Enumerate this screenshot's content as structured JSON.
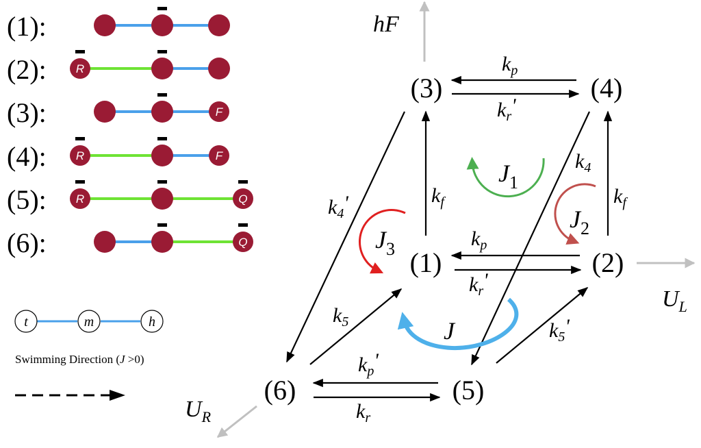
{
  "colors": {
    "bead": "#9a1b34",
    "bond_blue": "#4aa0ea",
    "bond_green": "#6ee334",
    "arrow": "#000000",
    "output_arrow": "#c0c0c0",
    "J": "#4eb0ea",
    "J1": "#4caf50",
    "J2": "#c0504d",
    "J3": "#e02020"
  },
  "legend": {
    "states": [
      {
        "label": "(1):",
        "beads": [
          {
            "letter": "",
            "bar": false
          },
          {
            "letter": "",
            "bar": true
          },
          {
            "letter": "",
            "bar": false
          }
        ],
        "bonds": [
          "blue",
          "blue"
        ],
        "has_left": false
      },
      {
        "label": "(2):",
        "beads": [
          {
            "letter": "R",
            "bar": true
          },
          {
            "letter": "",
            "bar": true
          },
          {
            "letter": "",
            "bar": false
          }
        ],
        "bonds": [
          "green",
          "blue"
        ],
        "has_left": true
      },
      {
        "label": "(3):",
        "beads": [
          {
            "letter": "",
            "bar": false
          },
          {
            "letter": "",
            "bar": true
          },
          {
            "letter": "F",
            "bar": false
          }
        ],
        "bonds": [
          "blue",
          "blue"
        ],
        "has_left": false
      },
      {
        "label": "(4):",
        "beads": [
          {
            "letter": "R",
            "bar": true
          },
          {
            "letter": "",
            "bar": true
          },
          {
            "letter": "F",
            "bar": false
          }
        ],
        "bonds": [
          "green",
          "blue"
        ],
        "has_left": true
      },
      {
        "label": "(5):",
        "beads": [
          {
            "letter": "R",
            "bar": true
          },
          {
            "letter": "",
            "bar": true
          },
          {
            "letter": "Q",
            "bar": true
          }
        ],
        "bonds": [
          "green",
          "green"
        ],
        "has_left": true,
        "extended": true
      },
      {
        "label": "(6):",
        "beads": [
          {
            "letter": "",
            "bar": false
          },
          {
            "letter": "",
            "bar": true
          },
          {
            "letter": "Q",
            "bar": true
          }
        ],
        "bonds": [
          "blue",
          "green"
        ],
        "has_left": false,
        "extended": true
      }
    ],
    "key_nodes": [
      "t",
      "m",
      "h"
    ],
    "swimming_direction": "Swimming Direction (",
    "swimming_J": "J",
    "swimming_tail": " >0)"
  },
  "network": {
    "nodes": {
      "n1": "(1)",
      "n2": "(2)",
      "n3": "(3)",
      "n4": "(4)",
      "n5": "(5)",
      "n6": "(6)"
    },
    "outputs": {
      "hF_h": "h",
      "hF_F": "F",
      "UL": "U",
      "UL_sub": "L",
      "UR": "U",
      "UR_sub": "R"
    },
    "rates": {
      "kp_top": "p",
      "kr_top": "r",
      "kp_mid": "p",
      "kr_mid": "r",
      "kp_bot": "p",
      "kr_bot": "r",
      "kf_left": "f",
      "kf_right": "f",
      "k4": "4",
      "k4p": "4",
      "k5": "5",
      "k5p": "5"
    },
    "currents": {
      "J": "J",
      "J1": "1",
      "J2": "2",
      "J3": "3"
    }
  }
}
